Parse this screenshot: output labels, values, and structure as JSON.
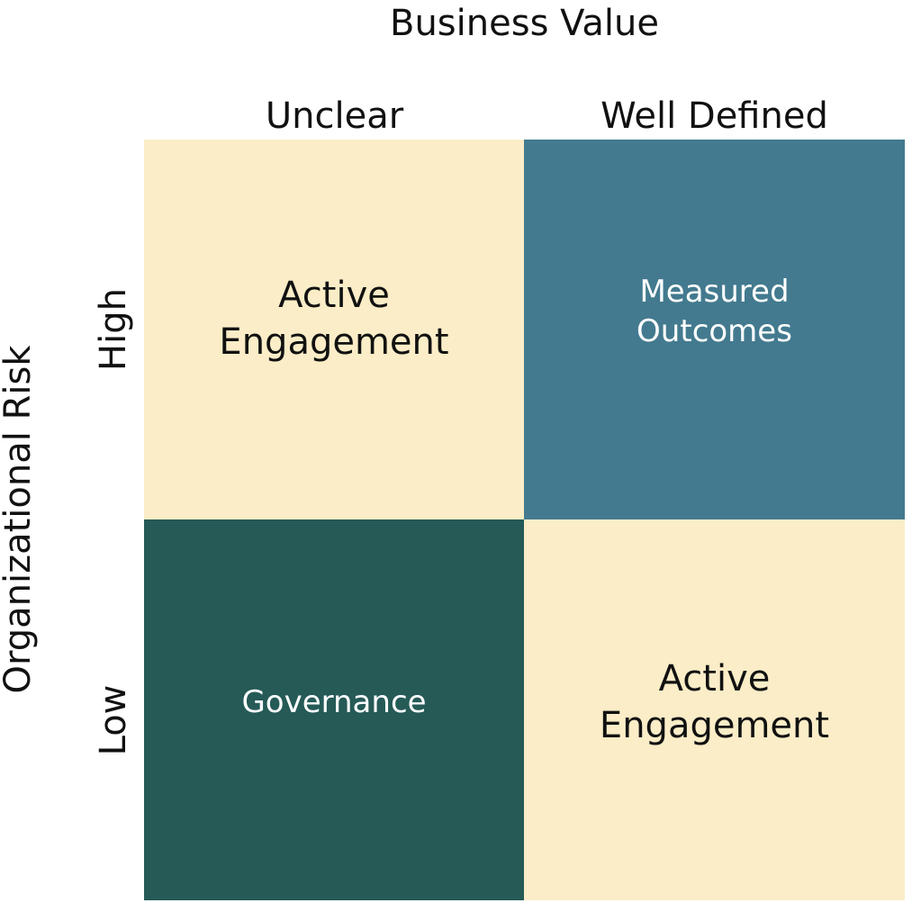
{
  "x_axis": {
    "title": "Business Value",
    "columns": [
      "Unclear",
      "Well Defined"
    ]
  },
  "y_axis": {
    "title": "Organizational Risk",
    "rows": [
      "High",
      "Low"
    ]
  },
  "quadrants": [
    {
      "id": "high-unclear",
      "label": "Active\nEngagement",
      "bg": "#FAEDC7",
      "fg": "#111111"
    },
    {
      "id": "high-well-defined",
      "label": "Measured\nOutcomes",
      "bg": "#437A8F",
      "fg": "#FFFFFF"
    },
    {
      "id": "low-unclear",
      "label": "Governance",
      "bg": "#255A57",
      "fg": "#FFFFFF"
    },
    {
      "id": "low-well-defined",
      "label": "Active\nEngagement",
      "bg": "#FAEDC7",
      "fg": "#111111"
    }
  ]
}
